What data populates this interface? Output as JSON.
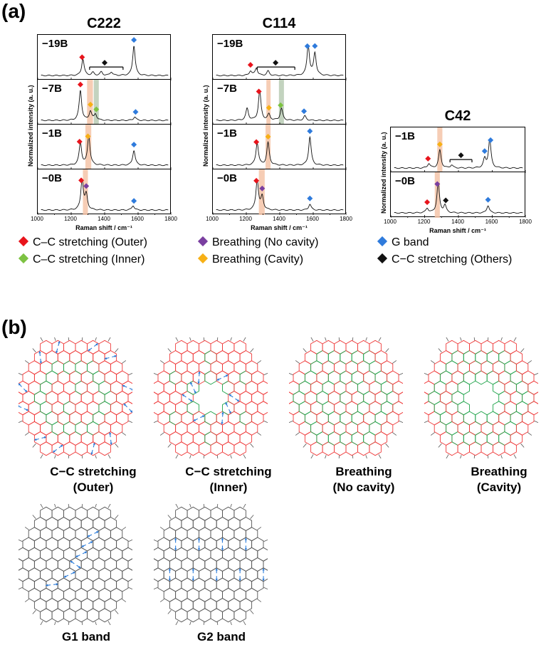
{
  "panel_labels": {
    "a": "(a)",
    "b": "(b)"
  },
  "colors": {
    "outer": "#e8141c",
    "inner": "#7dc242",
    "no_cavity": "#7a3fa0",
    "cavity": "#f7b016",
    "g_band": "#2f7bdc",
    "others": "#111111",
    "band_orange": "#f4c4a8",
    "band_green": "#b8cbb4",
    "lattice_red": "#ef3b3b",
    "lattice_green": "#1fa34a",
    "lattice_grey": "#555555",
    "arrow": "#2a7ad8"
  },
  "axis": {
    "xlabel": "Raman shift / cm⁻¹",
    "ylabel": "Normalized intensity (a. u.)",
    "xticks": [
      "1000",
      "1200",
      "1400",
      "1600",
      "1800"
    ]
  },
  "chart_data": [
    {
      "type": "line",
      "title": "C222",
      "xlim": [
        1000,
        1800
      ],
      "series": [
        {
          "name": "−19B",
          "peaks": [
            [
              1270,
              0.55
            ],
            [
              1330,
              0.1
            ],
            [
              1380,
              0.12
            ],
            [
              1440,
              0.12
            ],
            [
              1575,
              1.0
            ]
          ],
          "markers": [
            {
              "x": 1265,
              "kind": "outer"
            },
            {
              "x": 1575,
              "kind": "g_band"
            },
            {
              "x": 1400,
              "kind": "others",
              "range": [
                1310,
                1510
              ]
            }
          ]
        },
        {
          "name": "−7B",
          "peaks": [
            [
              1255,
              1.0
            ],
            [
              1315,
              0.3
            ],
            [
              1345,
              0.2
            ],
            [
              1580,
              0.12
            ]
          ],
          "markers": [
            {
              "x": 1255,
              "kind": "outer"
            },
            {
              "x": 1315,
              "kind": "cavity"
            },
            {
              "x": 1350,
              "kind": "inner"
            },
            {
              "x": 1585,
              "kind": "g_band"
            }
          ],
          "bands": [
            [
              1295,
              1330,
              "band_orange"
            ],
            [
              1335,
              1365,
              "band_green"
            ]
          ]
        },
        {
          "name": "−1B",
          "peaks": [
            [
              1255,
              0.75
            ],
            [
              1305,
              0.98
            ],
            [
              1575,
              0.5
            ]
          ],
          "markers": [
            {
              "x": 1250,
              "kind": "outer"
            },
            {
              "x": 1300,
              "kind": "cavity"
            },
            {
              "x": 1575,
              "kind": "g_band"
            }
          ],
          "bands": [
            [
              1285,
              1320,
              "band_orange"
            ]
          ]
        },
        {
          "name": "−0B",
          "peaks": [
            [
              1265,
              1.0
            ],
            [
              1290,
              0.5
            ],
            [
              1570,
              0.15
            ]
          ],
          "markers": [
            {
              "x": 1260,
              "kind": "outer"
            },
            {
              "x": 1290,
              "kind": "no_cavity"
            },
            {
              "x": 1575,
              "kind": "g_band"
            }
          ],
          "bands": [
            [
              1270,
              1300,
              "band_orange"
            ]
          ]
        }
      ]
    },
    {
      "type": "line",
      "title": "C114",
      "xlim": [
        1000,
        1800
      ],
      "series": [
        {
          "name": "−19B",
          "peaks": [
            [
              1225,
              0.15
            ],
            [
              1260,
              0.25
            ],
            [
              1330,
              0.15
            ],
            [
              1570,
              1.0
            ],
            [
              1610,
              0.75
            ]
          ],
          "markers": [
            {
              "x": 1225,
              "kind": "outer"
            },
            {
              "x": 1565,
              "kind": "g_band"
            },
            {
              "x": 1610,
              "kind": "g_band"
            },
            {
              "x": 1375,
              "kind": "others",
              "range": [
                1265,
                1490
              ]
            }
          ]
        },
        {
          "name": "−7B",
          "peaks": [
            [
              1205,
              0.4
            ],
            [
              1280,
              1.0
            ],
            [
              1335,
              0.2
            ],
            [
              1410,
              0.4
            ],
            [
              1550,
              0.15
            ]
          ],
          "markers": [
            {
              "x": 1275,
              "kind": "outer"
            },
            {
              "x": 1335,
              "kind": "cavity"
            },
            {
              "x": 1405,
              "kind": "inner"
            },
            {
              "x": 1545,
              "kind": "g_band"
            }
          ],
          "bands": [
            [
              1320,
              1345,
              "band_orange"
            ],
            [
              1395,
              1425,
              "band_green"
            ]
          ]
        },
        {
          "name": "−1B",
          "peaks": [
            [
              1265,
              0.75
            ],
            [
              1330,
              0.75
            ],
            [
              1580,
              0.95
            ]
          ],
          "markers": [
            {
              "x": 1260,
              "kind": "outer"
            },
            {
              "x": 1330,
              "kind": "cavity"
            },
            {
              "x": 1580,
              "kind": "g_band"
            }
          ],
          "bands": [
            [
              1315,
              1345,
              "band_orange"
            ]
          ]
        },
        {
          "name": "−0B",
          "peaks": [
            [
              1265,
              1.0
            ],
            [
              1295,
              0.45
            ],
            [
              1580,
              0.2
            ]
          ],
          "markers": [
            {
              "x": 1260,
              "kind": "outer"
            },
            {
              "x": 1295,
              "kind": "no_cavity"
            },
            {
              "x": 1580,
              "kind": "g_band"
            }
          ],
          "bands": [
            [
              1275,
              1310,
              "band_orange"
            ]
          ]
        }
      ]
    },
    {
      "type": "line",
      "title": "C42",
      "xlim": [
        1000,
        1800
      ],
      "series": [
        {
          "name": "−1B",
          "peaks": [
            [
              1225,
              0.15
            ],
            [
              1290,
              0.6
            ],
            [
              1360,
              0.1
            ],
            [
              1555,
              0.3
            ],
            [
              1585,
              0.95
            ]
          ],
          "markers": [
            {
              "x": 1220,
              "kind": "outer"
            },
            {
              "x": 1290,
              "kind": "cavity"
            },
            {
              "x": 1555,
              "kind": "g_band"
            },
            {
              "x": 1590,
              "kind": "g_band"
            },
            {
              "x": 1415,
              "kind": "others",
              "range": [
                1350,
                1480
              ]
            }
          ],
          "bands": [
            [
              1275,
              1305,
              "band_orange"
            ]
          ]
        },
        {
          "name": "−0B",
          "peaks": [
            [
              1215,
              0.15
            ],
            [
              1280,
              1.0
            ],
            [
              1320,
              0.25
            ],
            [
              1575,
              0.25
            ]
          ],
          "markers": [
            {
              "x": 1215,
              "kind": "outer"
            },
            {
              "x": 1275,
              "kind": "no_cavity"
            },
            {
              "x": 1325,
              "kind": "others"
            },
            {
              "x": 1575,
              "kind": "g_band"
            }
          ],
          "bands": [
            [
              1260,
              1290,
              "band_orange"
            ]
          ]
        }
      ]
    }
  ],
  "legend": [
    {
      "label": "C–C stretching (Outer)",
      "kind": "outer"
    },
    {
      "label": "Breathing (No cavity)",
      "kind": "no_cavity"
    },
    {
      "label": "G band",
      "kind": "g_band"
    },
    {
      "label": "C–C stretching (Inner)",
      "kind": "inner"
    },
    {
      "label": "Breathing (Cavity)",
      "kind": "cavity"
    },
    {
      "label": "C−C stretching (Others)",
      "kind": "others"
    }
  ],
  "modes": [
    {
      "line1": "C−C stretching",
      "line2": "(Outer)",
      "style": "outer",
      "cavity": false
    },
    {
      "line1": "C−C stretching",
      "line2": "(Inner)",
      "style": "inner",
      "cavity": true
    },
    {
      "line1": "Breathing",
      "line2": "(No cavity)",
      "style": "breath",
      "cavity": false
    },
    {
      "line1": "Breathing",
      "line2": "(Cavity)",
      "style": "breath",
      "cavity": true
    },
    {
      "line1": "G1 band",
      "line2": "",
      "style": "g1",
      "cavity": false
    },
    {
      "line1": "G2 band",
      "line2": "",
      "style": "g2",
      "cavity": false
    }
  ]
}
